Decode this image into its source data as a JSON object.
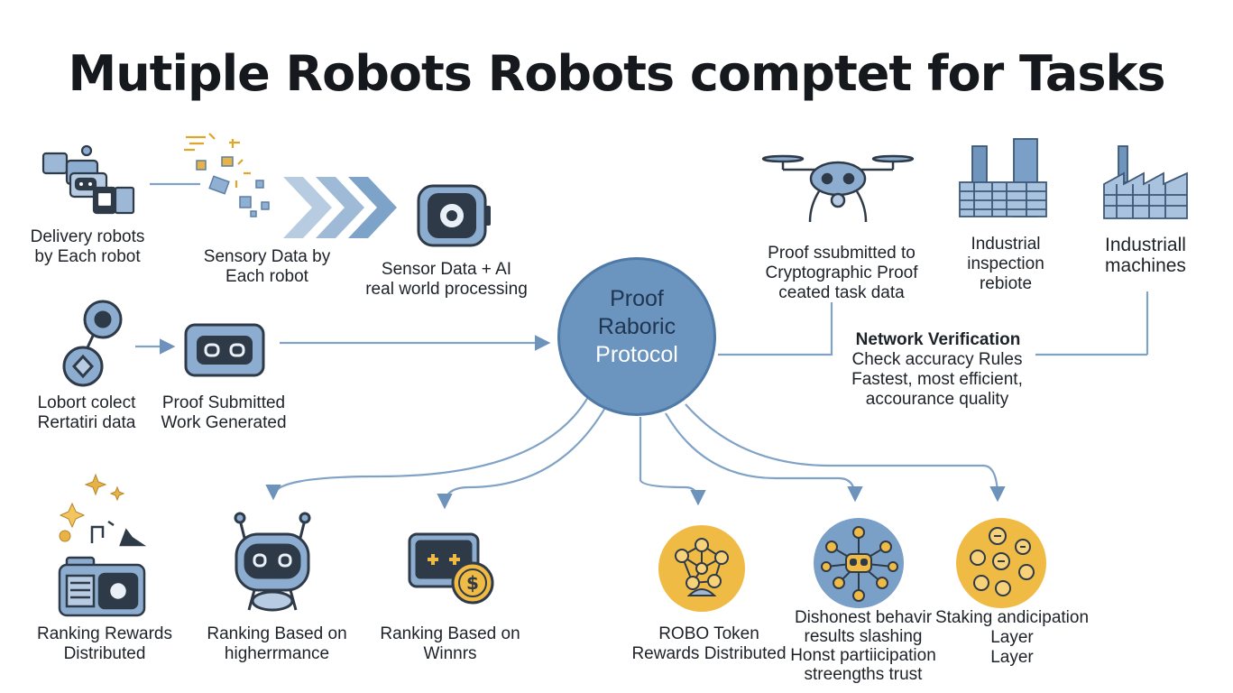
{
  "title": "Mutiple Robots Robots comptet for Tasks",
  "hub": {
    "line1": "Proof",
    "line2": "Raboric",
    "line3": "Protocol"
  },
  "labels": {
    "delivery": "Delivery robots\nby Each robot",
    "sensory": "Sensory Data by\nEach robot",
    "sensor_ai": "Sensor Data + AI\nreal world processing",
    "collect": "Lobort colect\nRertatiri data",
    "proof_submitted": "Proof Submitted\nWork Generated",
    "crypto": "Proof ssubmitted to\nCryptographic Proof\nceated task data",
    "industrial_inspection": "Industrial\ninspection\nrebiote",
    "industrial_machines": "Industriall\nmachines",
    "net_title": "Network Verification",
    "net_body": "Check accuracy Rules\nFastest, most efficient,\naccourance quality",
    "ranking_rewards": "Ranking Rewards\nDistributed",
    "ranking_hm": "Ranking Based on\nhigherrmance",
    "ranking_winners": "Ranking Based on\nWinnrs",
    "robo_token": "ROBO Token\nRewards Distributed",
    "dishonest": "Dishonest behavir\nresults slashing\nHonst partiicipation\nstreengths trust",
    "staking": "Staking andicipation\nLayer\nLayer"
  },
  "colors": {
    "accent": "#6b94bf",
    "line": "#7fa2c6",
    "icon_blue": "#8cadd0",
    "icon_dark": "#2f3a48",
    "gold": "#f0bb45"
  },
  "icons": [
    "delivery-robots-icon",
    "data-fragments-icon",
    "chevron-arrows-icon",
    "camera-sensor-icon",
    "robot-arm-icon",
    "robot-screen-icon",
    "drone-icon",
    "factory-icon",
    "factory-machines-icon",
    "sparkles-icon",
    "robot-camera-icon",
    "robot-face-icon",
    "coin-screen-icon",
    "token-network-icon",
    "node-network-icon",
    "staking-coins-icon"
  ]
}
